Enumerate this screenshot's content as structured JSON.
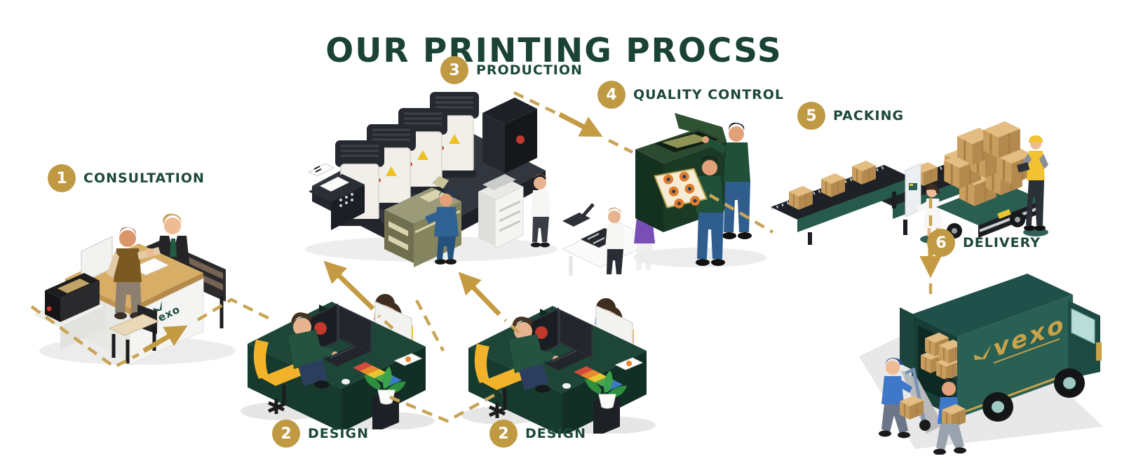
{
  "title": "OUR PRINTING PROCSS",
  "brand": {
    "name": "vexo"
  },
  "colors": {
    "title_green": "#1b4334",
    "label_green": "#1d4939",
    "badge_gold": "#bf9a43",
    "dash_gold": "#c9a455",
    "arrow_gold": "#c49b42",
    "desk_green": "#1e4638",
    "truck_teal": "#2a5f54",
    "box_tan": "#d7ab6d",
    "chair_yellow": "#f2b32a"
  },
  "steps": [
    {
      "number": "1",
      "label": "CONSULTATION"
    },
    {
      "number": "2",
      "label": "DESIGN"
    },
    {
      "number": "2",
      "label": "DESIGN"
    },
    {
      "number": "3",
      "label": "PRODUCTION"
    },
    {
      "number": "4",
      "label": "QUALITY CONTROL"
    },
    {
      "number": "5",
      "label": "PACKING"
    },
    {
      "number": "6",
      "label": "DELIVERY"
    }
  ]
}
